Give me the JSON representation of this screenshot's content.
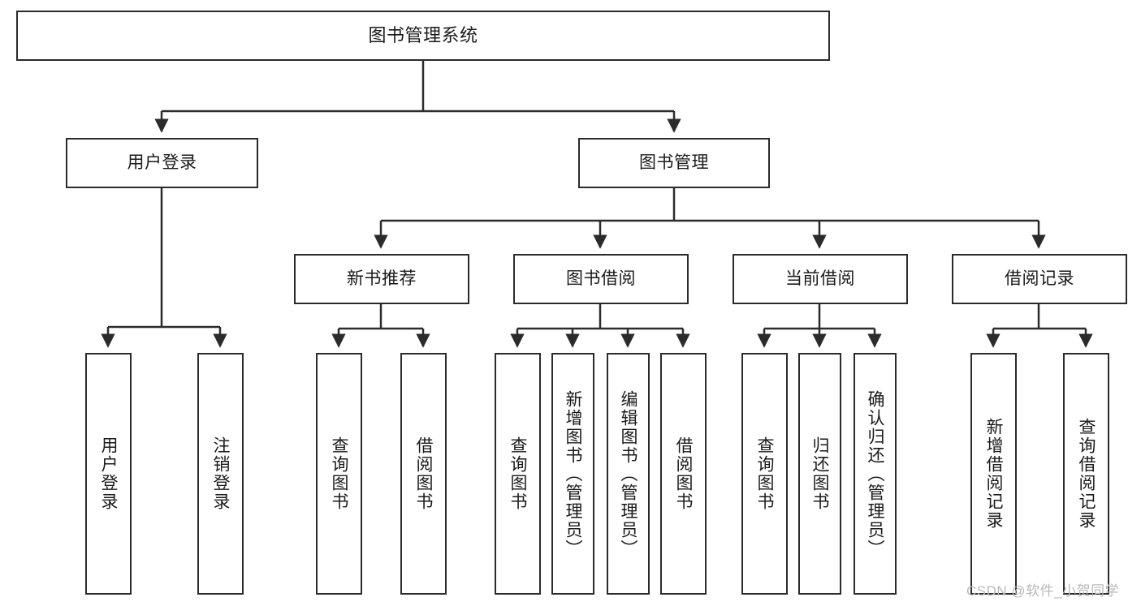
{
  "diagram": {
    "title": "图书管理系统",
    "type": "tree-hierarchy-diagram",
    "stroke_color": "#2b2b2b",
    "fill_color": "#ffffff",
    "text_color": "#1a1a1a",
    "levels": {
      "root": {
        "label": "图书管理系统"
      },
      "level2": [
        {
          "label": "用户登录"
        },
        {
          "label": "图书管理"
        }
      ],
      "level3": [
        {
          "label": "新书推荐"
        },
        {
          "label": "图书借阅"
        },
        {
          "label": "当前借阅"
        },
        {
          "label": "借阅记录"
        }
      ],
      "leaves": {
        "user_login": [
          {
            "label": "用户登录"
          },
          {
            "label": "注销登录"
          }
        ],
        "new_book_recommend": [
          {
            "label": "查询图书"
          },
          {
            "label": "借阅图书"
          }
        ],
        "book_borrow": [
          {
            "label": "查询图书"
          },
          {
            "label": "新增图书（管理员）"
          },
          {
            "label": "编辑图书（管理员）"
          },
          {
            "label": "借阅图书"
          }
        ],
        "current_borrow": [
          {
            "label": "查询图书"
          },
          {
            "label": "归还图书"
          },
          {
            "label": "确认归还（管理员）"
          }
        ],
        "borrow_record": [
          {
            "label": "新增借阅记录"
          },
          {
            "label": "查询借阅记录"
          }
        ]
      }
    }
  },
  "watermark": {
    "text": "CSDN @软件_小贺同学",
    "color": "#b9b9b9"
  }
}
